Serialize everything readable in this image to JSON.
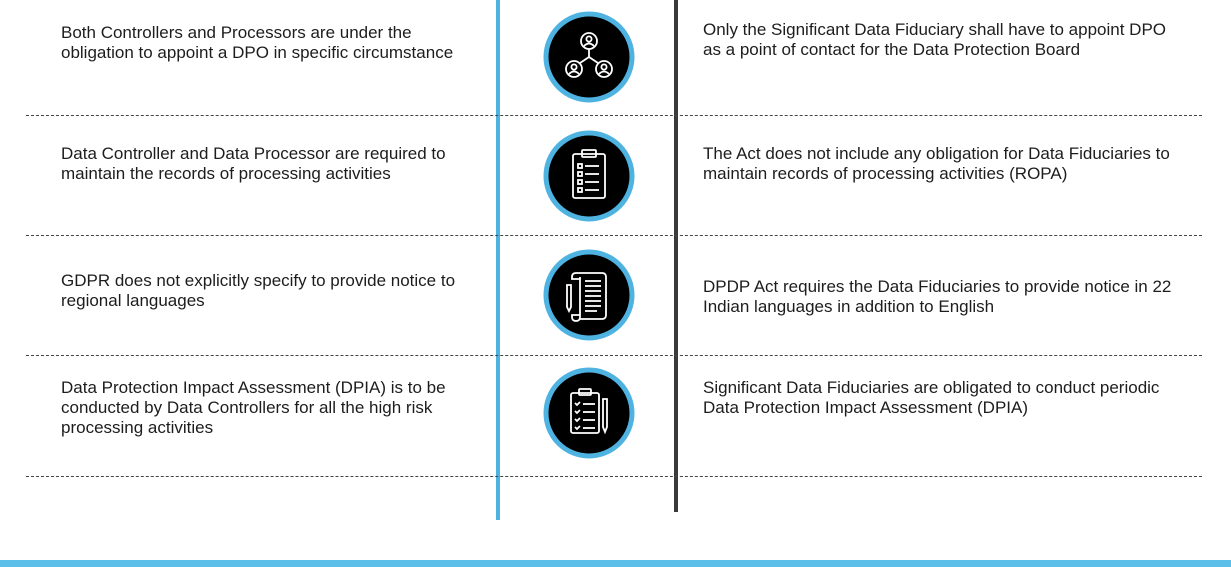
{
  "rows": [
    {
      "gdpr": "Both Controllers and Processors are under the obligation to appoint a DPO in specific circumstance",
      "icon": "people-network-icon",
      "dpdp": "Only the Significant Data Fiduciary shall have to appoint DPO as a point of contact for the Data Protection Board"
    },
    {
      "gdpr": "Data Controller and Data Processor are required to maintain the records of processing activities",
      "icon": "clipboard-list-icon",
      "dpdp": "The Act does not include any obligation for Data Fiduciaries to maintain records of processing activities (ROPA)"
    },
    {
      "gdpr": "GDPR does not explicitly specify to provide notice to regional languages",
      "icon": "scroll-document-icon",
      "dpdp": "DPDP Act requires the Data Fiduciaries to provide notice in 22 Indian languages in addition to English"
    },
    {
      "gdpr": "Data Protection Impact Assessment (DPIA) is to be conducted by Data Controllers for all the high risk processing activities",
      "icon": "checklist-pen-icon",
      "dpdp": "Significant Data Fiduciaries are obligated to conduct periodic Data Protection Impact Assessment (DPIA)"
    }
  ],
  "colors": {
    "accent_blue": "#4fb3e2",
    "dark_line": "#3a3a3a",
    "icon_bg": "#000000",
    "icon_ring": "#4fb3e2"
  }
}
